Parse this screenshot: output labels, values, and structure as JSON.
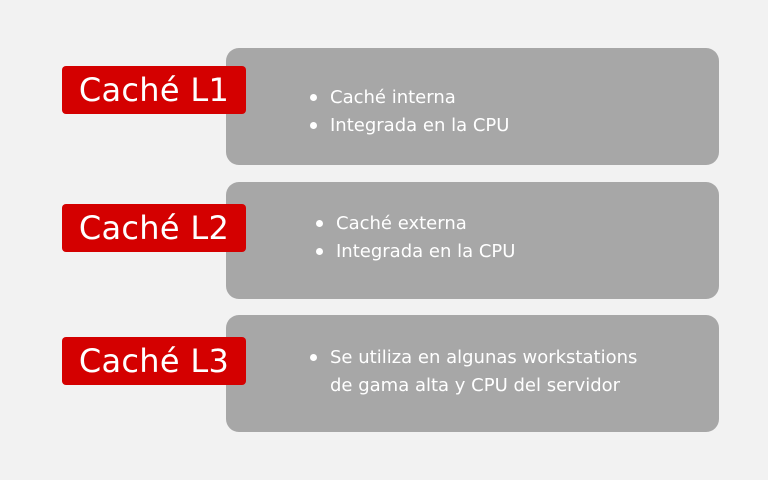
{
  "items": [
    {
      "label": "Caché L1",
      "bullets": [
        "Caché interna",
        "Integrada en la CPU"
      ]
    },
    {
      "label": "Caché L2",
      "bullets": [
        "Caché externa",
        "Integrada en la CPU"
      ]
    },
    {
      "label": "Caché L3",
      "bullets": [
        "Se utiliza en algunas workstations",
        "de gama alta y CPU del servidor"
      ],
      "wrapped": true
    }
  ],
  "colors": {
    "background": "#f2f2f2",
    "panel": "#a7a7a7",
    "label": "#d40000",
    "text": "#ffffff"
  }
}
